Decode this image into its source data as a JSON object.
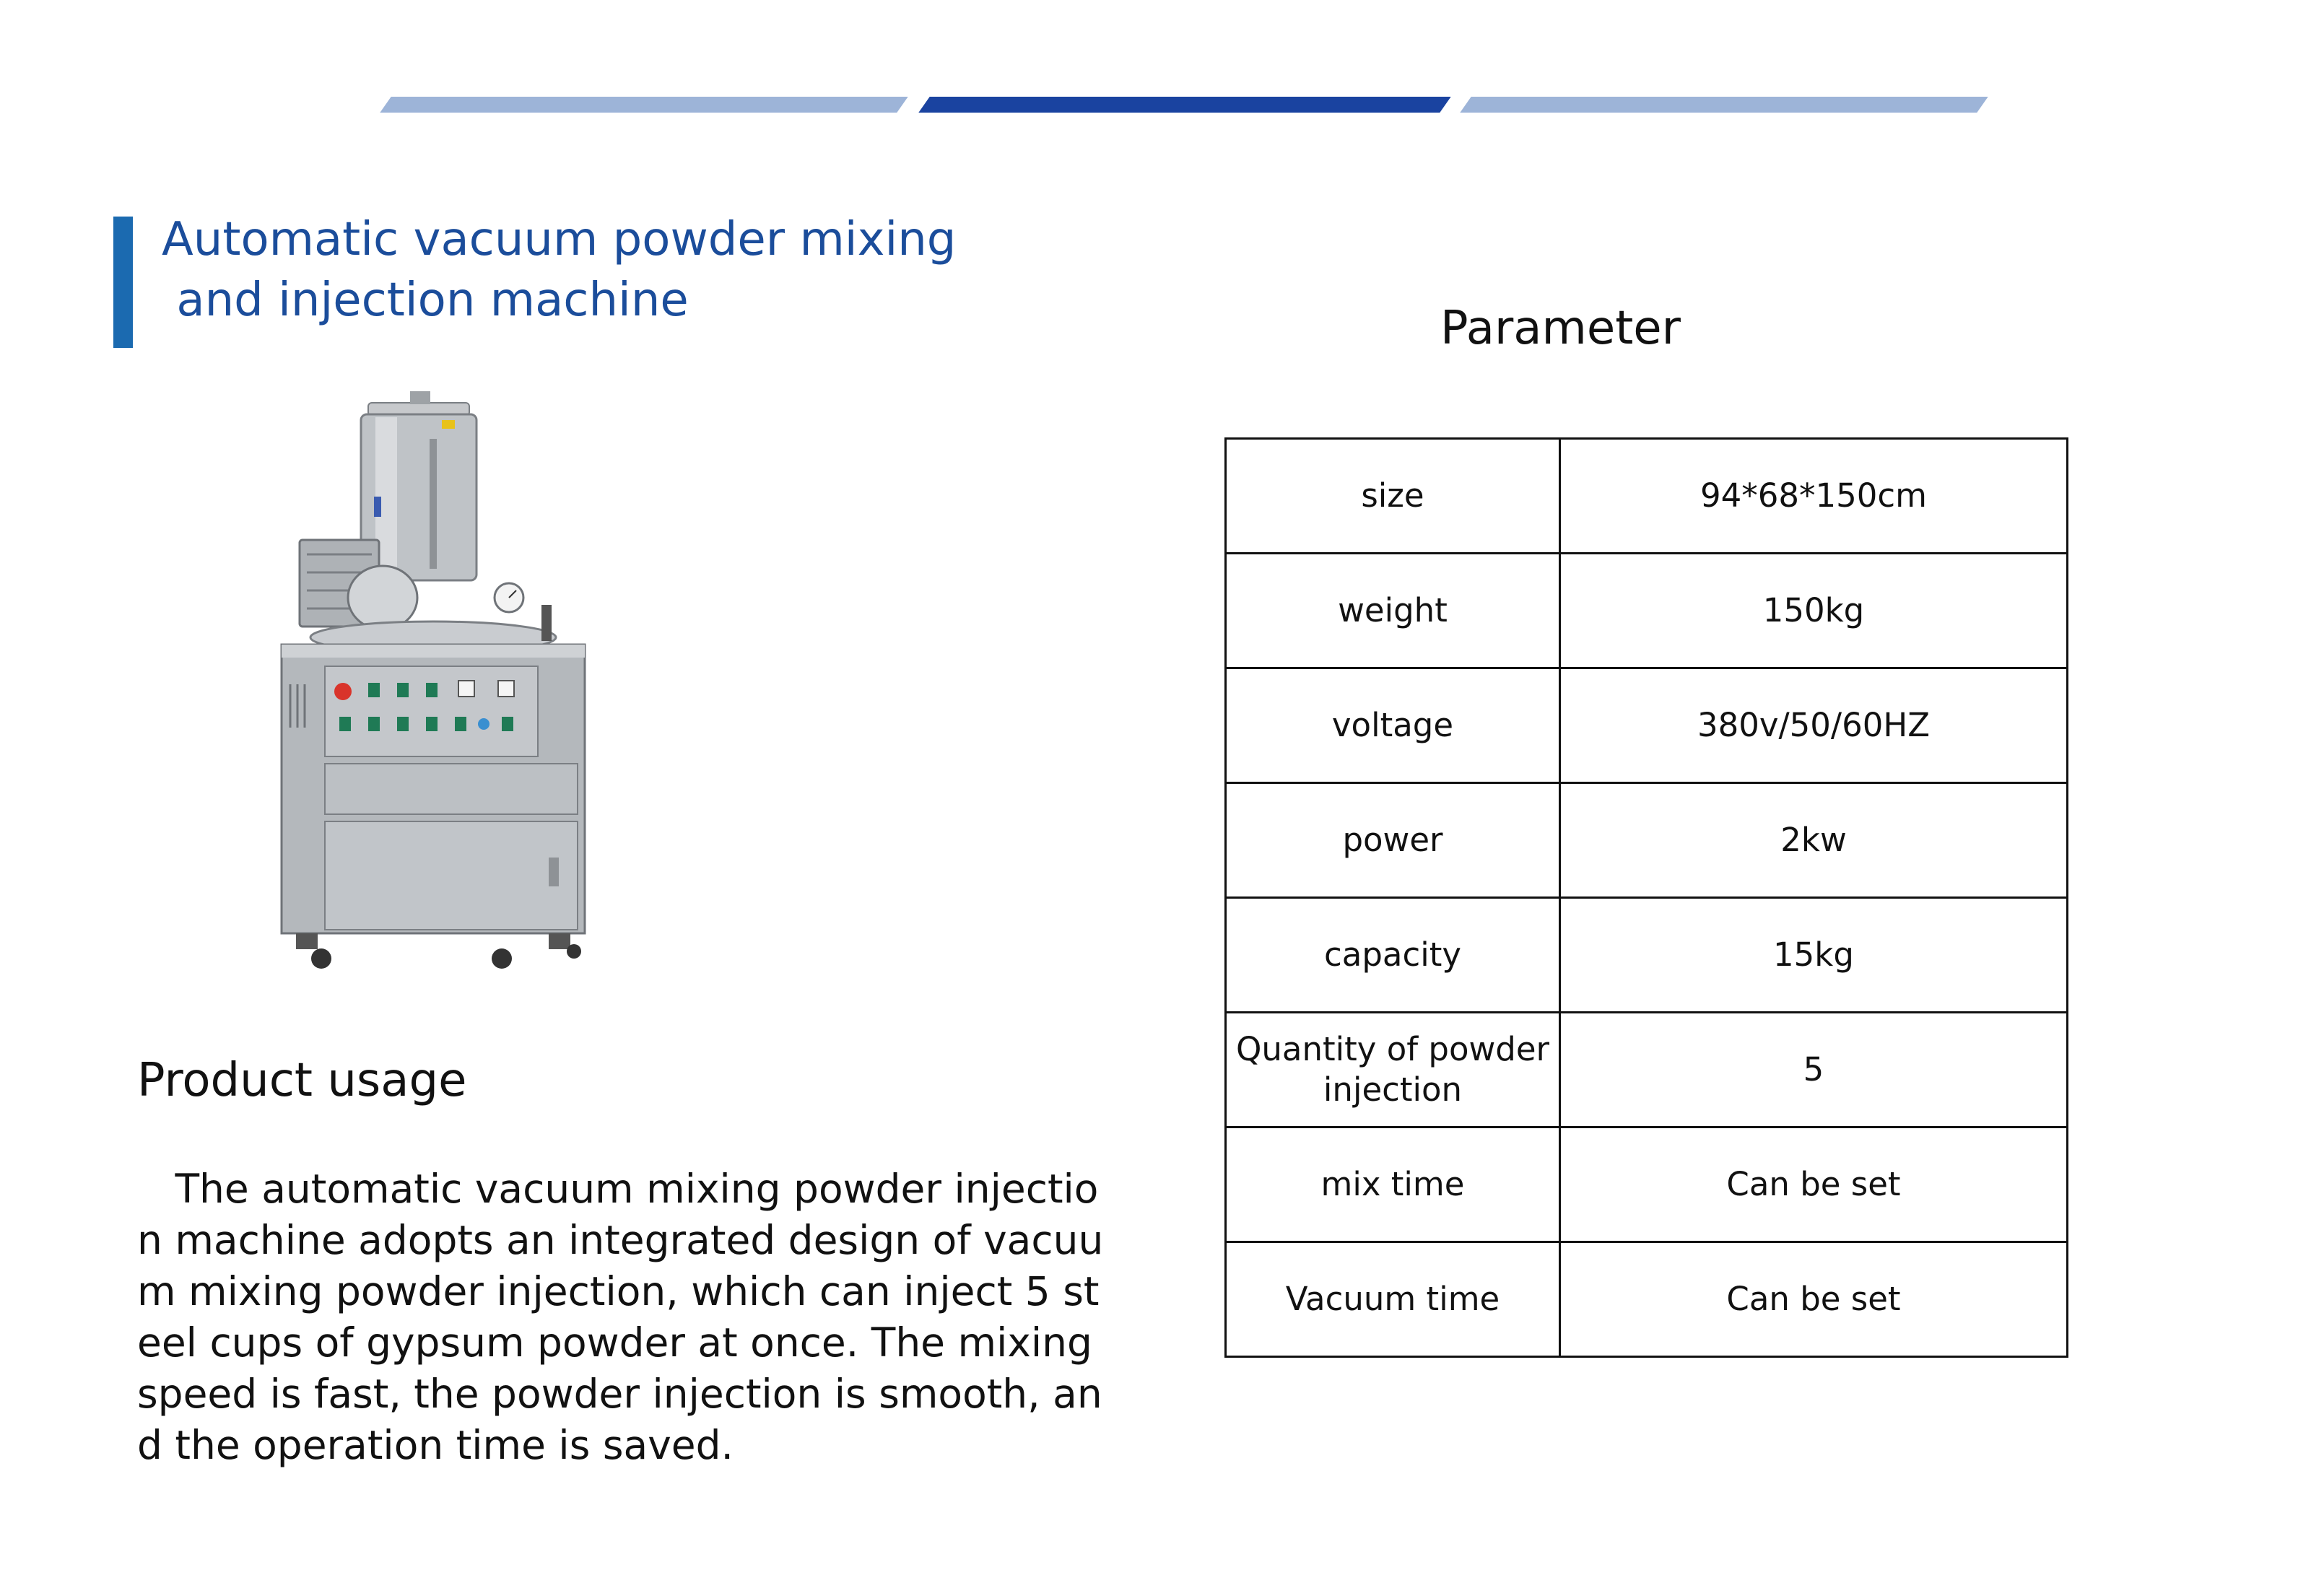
{
  "product": {
    "title": "Automatic vacuum powder mixing\n and injection machine"
  },
  "usage": {
    "heading": "Product usage",
    "body": "   The automatic vacuum mixing powder injectio\nn machine adopts an integrated design of vacuu\nm mixing powder injection, which can inject 5 st\neel cups of gypsum powder at once. The mixing\nspeed is fast, the powder injection is smooth, an\nd the operation time is saved."
  },
  "parameters": {
    "heading": "Parameter",
    "rows": [
      {
        "name": "size",
        "value": "94*68*150cm"
      },
      {
        "name": "weight",
        "value": "150kg"
      },
      {
        "name": "voltage",
        "value": "380v/50/60HZ"
      },
      {
        "name": "power",
        "value": "2kw"
      },
      {
        "name": "capacity",
        "value": "15kg"
      },
      {
        "name": "Quantity of powder injection",
        "value": "5"
      },
      {
        "name": "mix time",
        "value": "Can be set"
      },
      {
        "name": "Vacuum time",
        "value": "Can be set"
      }
    ]
  },
  "colors": {
    "title": "#1b4d9b",
    "accent": "#1b6ab0",
    "band_light": "#9db4d8",
    "band_dark": "#1a43a0"
  }
}
